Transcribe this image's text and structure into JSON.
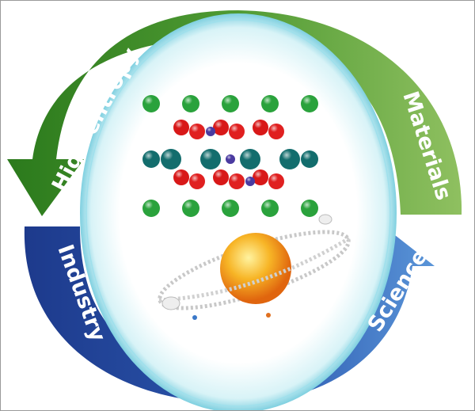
{
  "labels": {
    "top_left": "High-entropy",
    "top_right": "Materials",
    "bottom_left": "Industry",
    "bottom_right": "Science"
  },
  "colors": {
    "green_dark": "#2f7d1f",
    "green_light": "#8cbf5a",
    "blue_dark": "#1f3f8f",
    "blue_light": "#4a86d0",
    "glow": "#7fd8e8",
    "sun": "#f39a1c"
  }
}
